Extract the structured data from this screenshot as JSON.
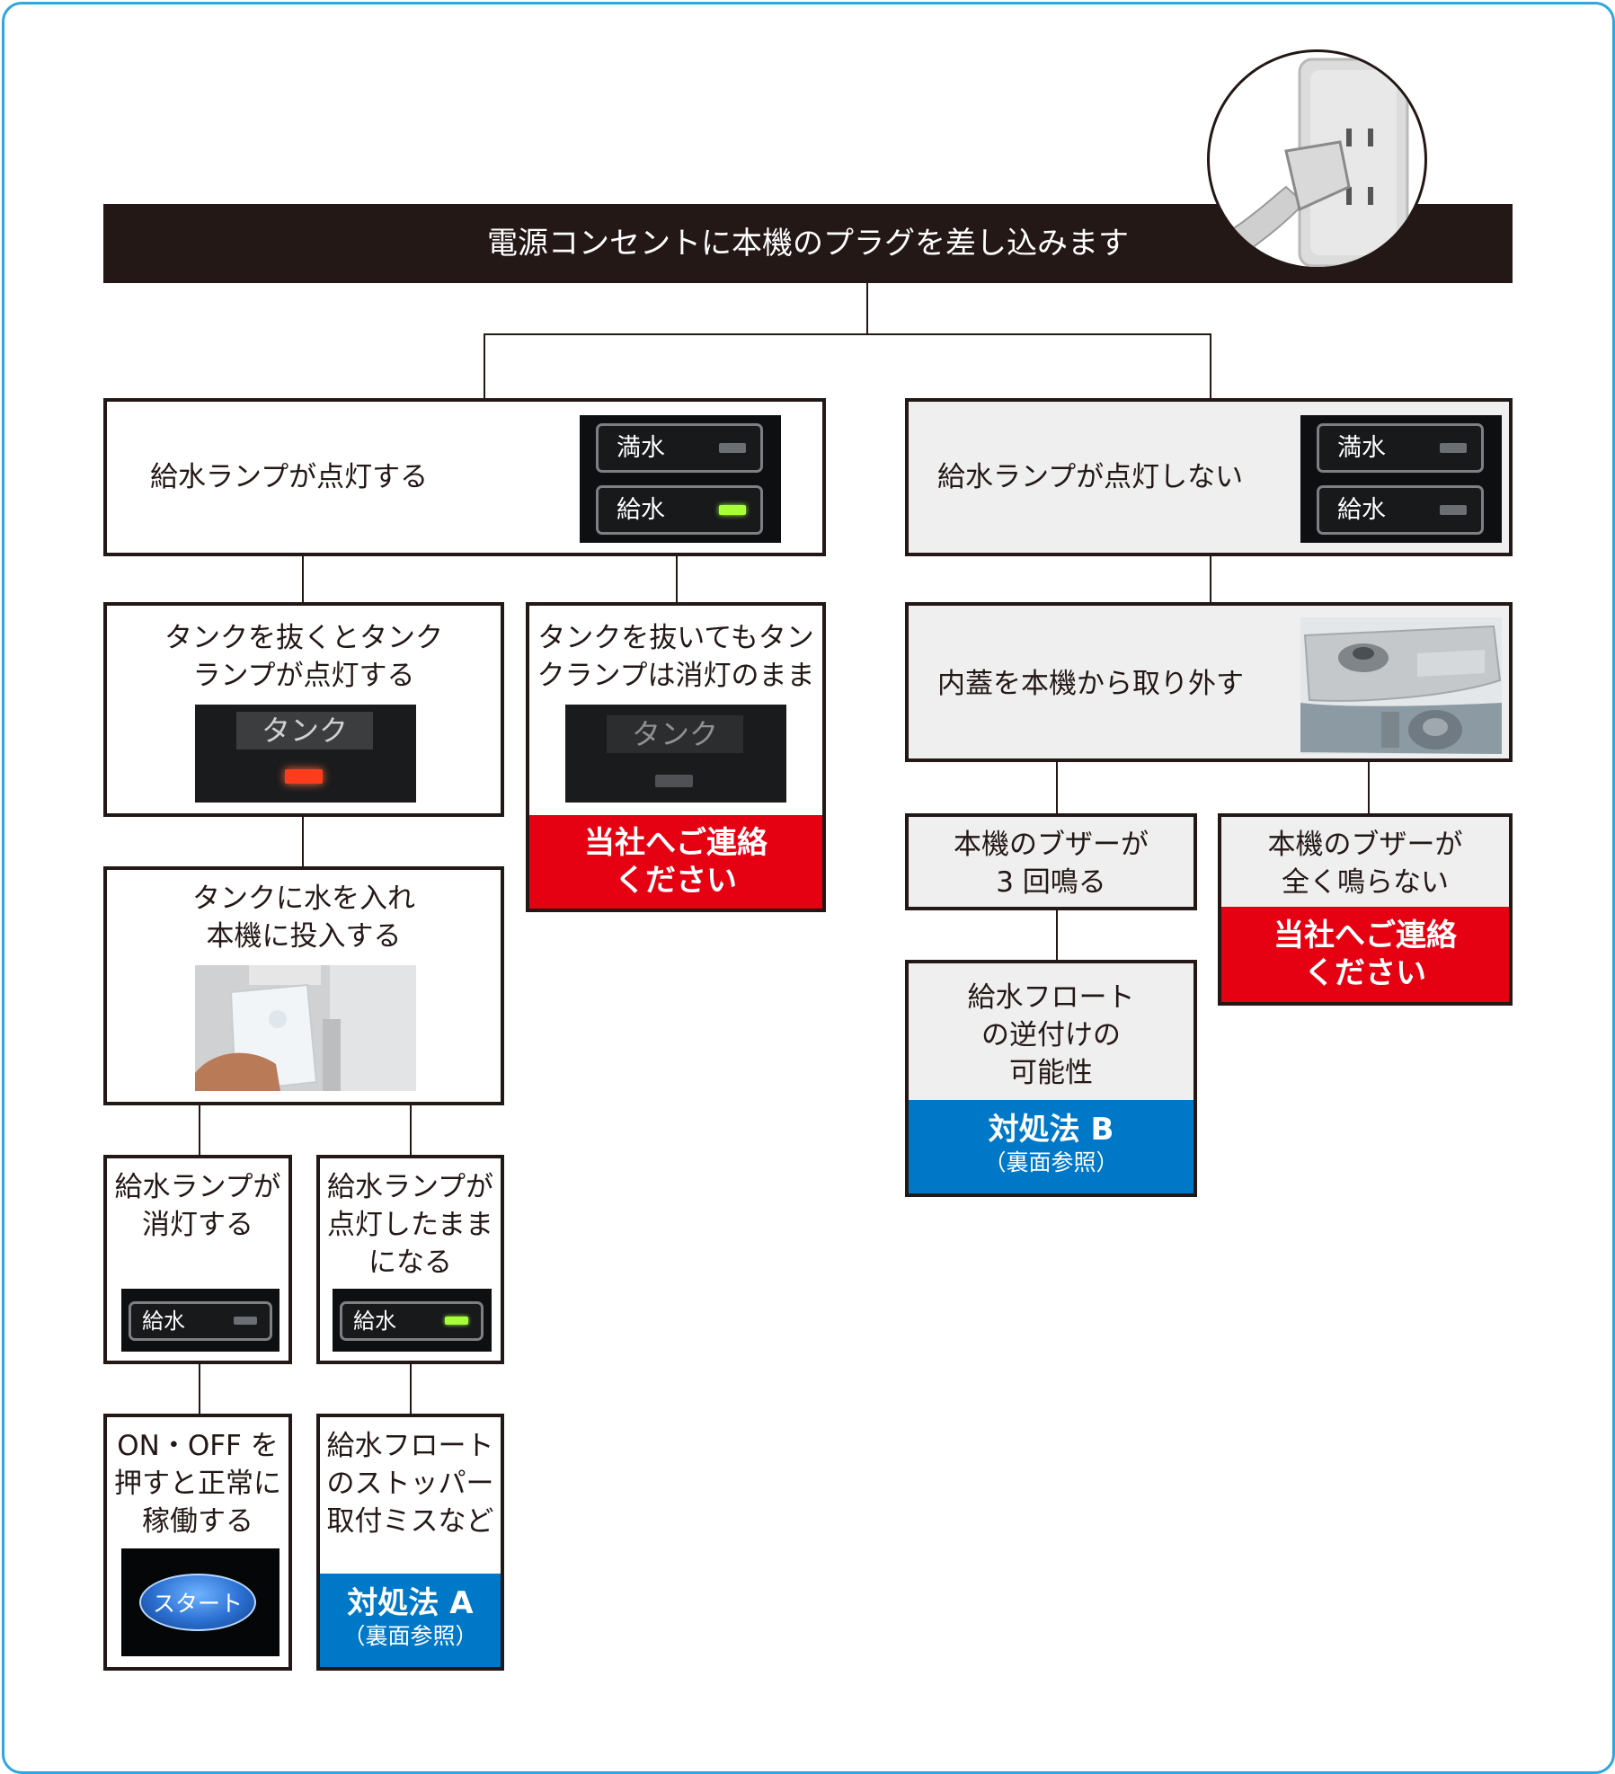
{
  "colors": {
    "frame": "#2ea7e0",
    "banner": "#231815",
    "contact": "#e50012",
    "remedy": "#0078c8",
    "led_green": "#a6ff3a",
    "led_red": "#ff3b1d"
  },
  "banner": {
    "text": "電源コンセントに本機のプラグを差し込みます"
  },
  "lamp_on": {
    "text": "給水ランプが点灯する",
    "panel": {
      "full": "満水",
      "supply": "給水"
    }
  },
  "lamp_off": {
    "text": "給水ランプが点灯しない",
    "panel": {
      "full": "満水",
      "supply": "給水"
    }
  },
  "tank_on": {
    "text": "タンクを抜くとタンク\nランプが点灯する",
    "label": "タンク"
  },
  "tank_off": {
    "text": "タンクを抜いてもタン\nクランプは消灯のまま",
    "label": "タンク",
    "contact": "当社へご連絡\nください"
  },
  "insert": {
    "text": "タンクに水を入れ\n本機に投入する"
  },
  "supply_off": {
    "text": "給水ランプが\n消灯する",
    "panel": "給水"
  },
  "supply_stay": {
    "text": "給水ランプが\n点灯したまま\nになる",
    "panel": "給水"
  },
  "normal": {
    "text": "ON・OFF を\n押すと正常に\n稼働する",
    "start": "スタート"
  },
  "stopper": {
    "text": "給水フロート\nのストッパー\n取付ミスなど",
    "remedy": "対処法 A",
    "ref": "（裏面参照）"
  },
  "lid": {
    "text": "内蓋を本機から取り外す"
  },
  "buzz3": {
    "text": "本機のブザーが\n3 回鳴る"
  },
  "buzz0": {
    "text": "本機のブザーが\n全く鳴らない",
    "contact": "当社へご連絡\nください"
  },
  "float": {
    "text": "給水フロート\nの逆付けの\n可能性",
    "remedy": "対処法 B",
    "ref": "（裏面参照）"
  }
}
